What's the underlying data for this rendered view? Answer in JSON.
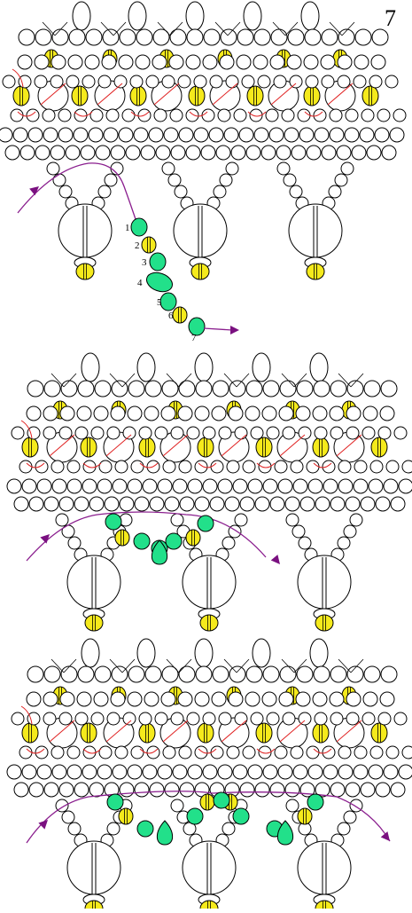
{
  "page": {
    "number": "7"
  },
  "colors": {
    "line": "#000000",
    "bead_fill": "#ffffff",
    "yellow_bead": "#f5ea1c",
    "green_bead": "#22e08a",
    "thread_red": "#e02020",
    "thread_purple": "#8a1e8e",
    "arrow_purple": "#7a1080"
  },
  "panels": [
    {
      "id": "step-a",
      "step_labels": [
        "1",
        "2",
        "3",
        "4",
        "5",
        "6",
        "7"
      ]
    },
    {
      "id": "step-b"
    },
    {
      "id": "step-c"
    }
  ]
}
